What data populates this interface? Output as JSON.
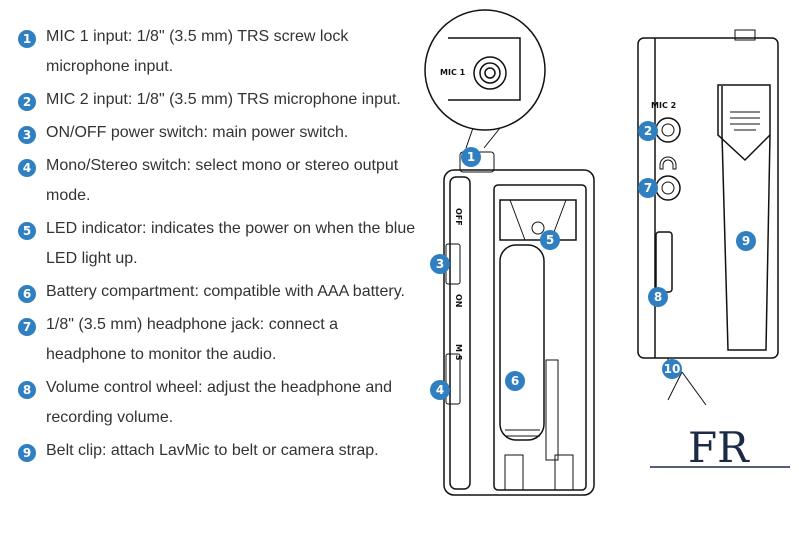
{
  "legend": [
    {
      "num": "1",
      "text": "MIC 1 input: 1/8\" (3.5 mm) TRS screw lock microphone input."
    },
    {
      "num": "2",
      "text": "MIC 2 input: 1/8\" (3.5 mm) TRS microphone input."
    },
    {
      "num": "3",
      "text": "ON/OFF power switch: main power switch."
    },
    {
      "num": "4",
      "text": "Mono/Stereo switch: select mono or stereo output mode."
    },
    {
      "num": "5",
      "text": "LED indicator: indicates the power on when the blue LED light up."
    },
    {
      "num": "6",
      "text": "Battery compartment: compatible with AAA battery."
    },
    {
      "num": "7",
      "text": "1/8\" (3.5 mm) headphone jack: connect a headphone to monitor the audio."
    },
    {
      "num": "8",
      "text": "Volume control wheel: adjust the headphone and recording volume."
    },
    {
      "num": "9",
      "text": "Belt clip: attach LavMic to belt or camera strap."
    }
  ],
  "device_labels": {
    "mic1": "MIC 1",
    "mic2": "MIC 2",
    "off": "OFF",
    "on": "ON",
    "mono_stereo": "M S"
  },
  "callouts": [
    "1",
    "2",
    "3",
    "4",
    "5",
    "6",
    "7",
    "8",
    "9",
    "10"
  ],
  "logo": {
    "text": "FR"
  },
  "colors": {
    "accent": "#2f7fc1",
    "text": "#333333",
    "line": "#111111",
    "logo": "#1b2b45"
  }
}
